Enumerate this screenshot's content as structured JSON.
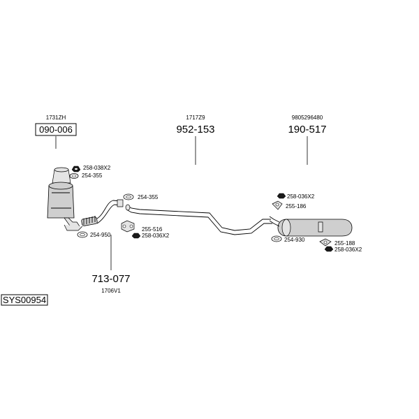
{
  "sets": {
    "system_code": "SYS00954"
  },
  "parts": {
    "p090": {
      "number": "090-006",
      "ref": "1731ZH"
    },
    "p952": {
      "number": "952-153",
      "ref": "1717Z9"
    },
    "p190": {
      "number": "190-517",
      "ref": "9805296480"
    },
    "p713": {
      "number": "713-077",
      "ref": "1706V1"
    }
  },
  "accessories": {
    "a1": "258-038X2",
    "a2": "254-355",
    "a3": "254-355",
    "a4": "255-516",
    "a5": "258-036X2",
    "a6": "254-950",
    "a7": "258-036X2",
    "a8": "255-186",
    "a9": "254-930",
    "a10": "255-188",
    "a11": "258-036X2"
  }
}
